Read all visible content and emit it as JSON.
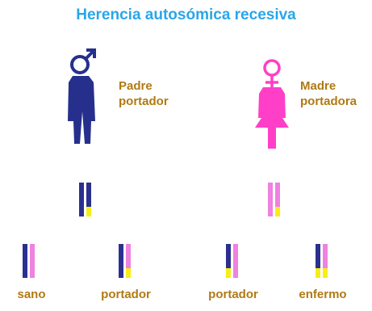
{
  "title": "Herencia autosómica recesiva",
  "colors": {
    "title": "#2aa6e8",
    "label": "#b07a12",
    "male_figure": "#26308c",
    "female_figure": "#ff3fc8",
    "chromosome_blue": "#2b2f8e",
    "chromosome_pink": "#ee82e0",
    "recessive_allele": "#f6ee16"
  },
  "father": {
    "label_line1": "Padre",
    "label_line2": "portador",
    "symbol": "male-symbol-icon",
    "chromosomes": [
      "blue",
      "blue-with-recessive"
    ]
  },
  "mother": {
    "label_line1": "Madre",
    "label_line2": "portadora",
    "symbol": "female-symbol-icon",
    "chromosomes": [
      "pink",
      "pink-with-recessive"
    ]
  },
  "children": [
    {
      "label": "sano",
      "chromosomes": [
        "blue",
        "pink"
      ]
    },
    {
      "label": "portador",
      "chromosomes": [
        "blue",
        "pink-with-recessive"
      ]
    },
    {
      "label": "portador",
      "chromosomes": [
        "blue-with-recessive",
        "pink"
      ]
    },
    {
      "label": "enfermo",
      "chromosomes": [
        "blue-with-recessive",
        "pink-with-recessive"
      ]
    }
  ]
}
